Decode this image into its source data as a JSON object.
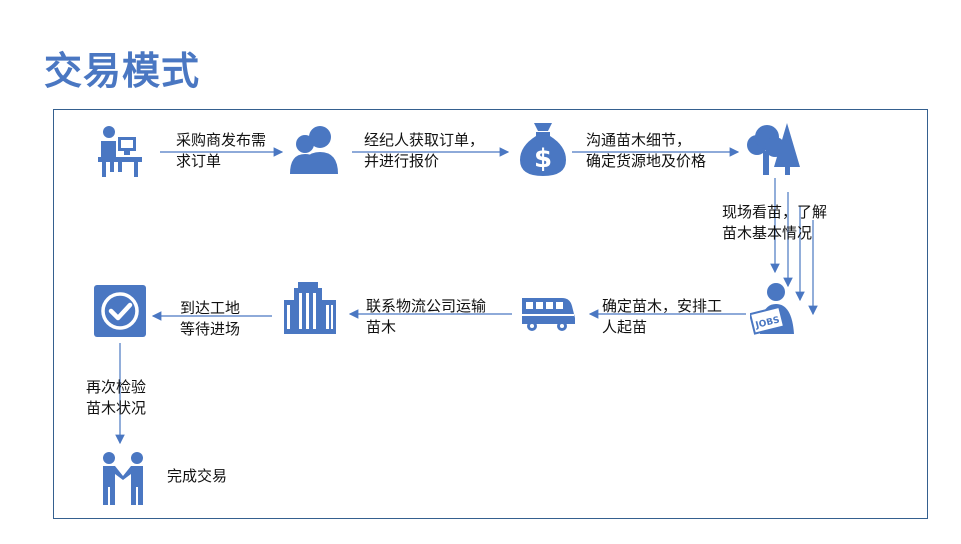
{
  "title": "交易模式",
  "steps": {
    "s1": "采购商发布需\n求订单",
    "s2": "经纪人获取订单，\n并进行报价",
    "s3": "沟通苗木细节，\n确定货源地及价格",
    "s4": "现场看苗，了解\n苗木基本情况",
    "s5": "确定苗木，安排工\n人起苗",
    "s6": "联系物流公司运输\n苗木",
    "s7": "到达工地\n等待进场",
    "s8": "再次检验\n苗木状况",
    "s9": "完成交易"
  },
  "icons": {
    "buyer": "desk-worker-icon",
    "broker": "people-group-icon",
    "money": "money-bag-icon",
    "trees": "trees-icon",
    "jobs": "jobs-worker-icon",
    "truck": "truck-icon",
    "building": "building-icon",
    "check": "checkmark-icon",
    "handshake": "handshake-icon"
  },
  "colors": {
    "accent": "#4a77c2",
    "border": "#35608f",
    "arrow": "#4a77c2"
  }
}
